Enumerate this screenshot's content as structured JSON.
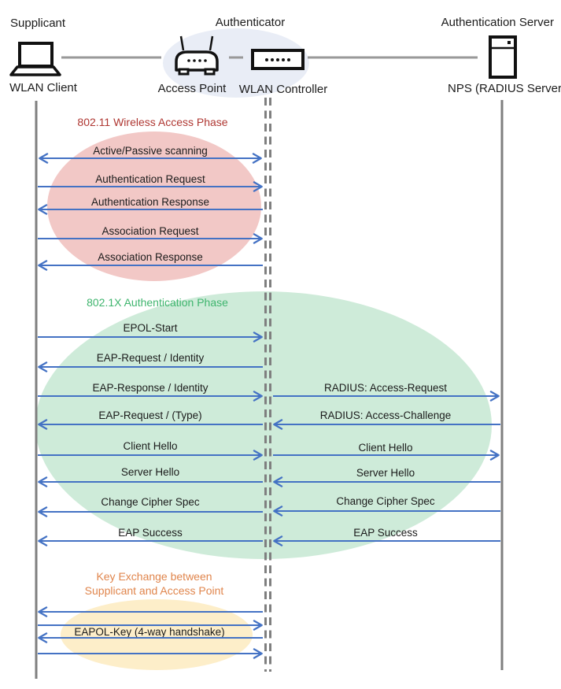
{
  "actors": {
    "supplicant": {
      "role": "Supplicant",
      "device": "WLAN Client"
    },
    "authenticator": {
      "role": "Authenticator",
      "ap": "Access Point",
      "controller": "WLAN Controller"
    },
    "authentication_server": {
      "role": "Authentication Server",
      "device": "NPS (RADIUS Server)"
    }
  },
  "phases": {
    "wireless_access": {
      "title": "802.11 Wireless Access Phase",
      "title_color": "#AF3732",
      "ellipse_color": "#F2C8C6"
    },
    "authentication": {
      "title": "802.1X Authentication Phase",
      "title_color": "#3FB56E",
      "ellipse_color": "#CEEBD9"
    },
    "key_exchange": {
      "title_line1": "Key Exchange between",
      "title_line2": "Supplicant and Access Point",
      "title_color": "#E0854C",
      "ellipse_color": "#FDEEC9"
    }
  },
  "messages": {
    "supplicant_to_controller": [
      {
        "label": "Active/Passive scanning",
        "direction": "both"
      },
      {
        "label": "Authentication Request",
        "direction": "right"
      },
      {
        "label": "Authentication Response",
        "direction": "left"
      },
      {
        "label": "Association Request",
        "direction": "right"
      },
      {
        "label": "Association Response",
        "direction": "left"
      },
      {
        "label": "EPOL-Start",
        "direction": "right"
      },
      {
        "label": "EAP-Request / Identity",
        "direction": "left"
      },
      {
        "label": "EAP-Response / Identity",
        "direction": "right"
      },
      {
        "label": "EAP-Request / (Type)",
        "direction": "left"
      },
      {
        "label": "Client Hello",
        "direction": "right"
      },
      {
        "label": "Server Hello",
        "direction": "left"
      },
      {
        "label": "Change Cipher Spec",
        "direction": "left"
      },
      {
        "label": "EAP Success",
        "direction": "left"
      },
      {
        "label": "EAPOL-Key (4-way handshake)",
        "direction": "left,right,left,right"
      }
    ],
    "controller_to_server": [
      {
        "label": "RADIUS: Access-Request",
        "direction": "right"
      },
      {
        "label": "RADIUS: Access-Challenge",
        "direction": "left"
      },
      {
        "label": "Client Hello",
        "direction": "right"
      },
      {
        "label": "Server Hello",
        "direction": "left"
      },
      {
        "label": "Change Cipher Spec",
        "direction": "left"
      },
      {
        "label": "EAP Success",
        "direction": "left"
      }
    ]
  },
  "colors": {
    "arrow": "#4472C4",
    "lifeline": "#7F7F7F",
    "link_line": "#999999",
    "authenticator_bg": "#E9EDF6",
    "label_text": "#1B1B1B"
  }
}
